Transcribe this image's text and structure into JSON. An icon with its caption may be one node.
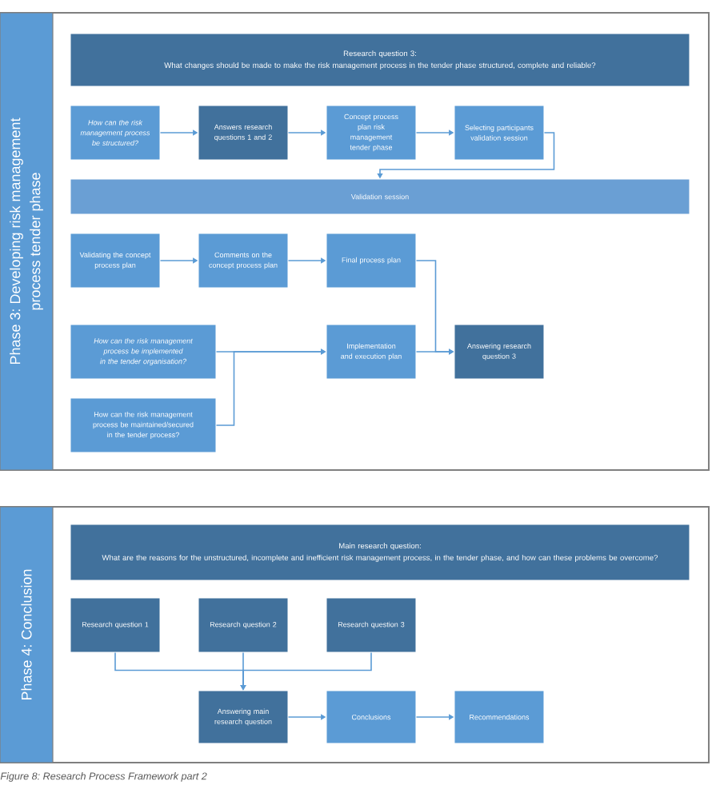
{
  "diagram": {
    "caption": "Figure 8: Research Process Framework part 2",
    "nodes": [
      {
        "text": [
          "Phase 3: Developing risk management process tender phase"
        ]
      },
      {
        "text": [
          "Research question 3:",
          "What changes should be made to make the risk management process in the tender phase structured, complete and reliable?"
        ],
        "in": 0
      },
      {
        "text": [
          "How can the risk management process be structured?"
        ],
        "in": 0
      },
      {
        "text": [
          "Answers research questions 1 and 2"
        ],
        "in": 0
      },
      {
        "text": [
          "Concept process plan risk management tender phase"
        ],
        "in": 0
      },
      {
        "text": [
          "Selecting participants validation session"
        ],
        "in": 0
      },
      {
        "text": [
          "Validation session"
        ],
        "in": 0
      },
      {
        "text": [
          "Validating the concept process plan"
        ],
        "in": 0
      },
      {
        "text": [
          "Comments on the concept process plan"
        ],
        "in": 0
      },
      {
        "text": [
          "Final process plan"
        ],
        "in": 0
      },
      {
        "text": [
          "How can the risk management process be implemented in the tender organisation?"
        ],
        "in": 0
      },
      {
        "text": [
          "Implementation and execution plan"
        ],
        "in": 0
      },
      {
        "text": [
          "Answering research question 3"
        ],
        "in": 0
      },
      {
        "text": [
          "How can the risk management process be maintained/secured in the tender process?"
        ],
        "in": 0
      },
      {
        "text": [
          "Phase 4: Conclusion"
        ]
      },
      {
        "text": [
          "Main research question:",
          "What are the reasons for the unstructured, incomplete and inefficient risk management process, in the tender phase, and how can these problems be overcome?"
        ],
        "in": 14
      },
      {
        "text": [
          "Research question 1"
        ],
        "in": 14
      },
      {
        "text": [
          "Research question 2"
        ],
        "in": 14
      },
      {
        "text": [
          "Research question 3"
        ],
        "in": 14
      },
      {
        "text": [
          "Answering main research question"
        ],
        "in": 14
      },
      {
        "text": [
          "Conclusions"
        ],
        "in": 14
      },
      {
        "text": [
          "Recommendations"
        ],
        "in": 14
      }
    ],
    "edges": [
      {
        "from": 2,
        "to": 3,
        "arrow": "to"
      },
      {
        "from": 3,
        "to": 4,
        "arrow": "to"
      },
      {
        "from": 4,
        "to": 5,
        "arrow": "to"
      },
      {
        "from": 5,
        "to": 6,
        "arrow": "to"
      },
      {
        "from": 7,
        "to": 8,
        "arrow": "to"
      },
      {
        "from": 8,
        "to": 9,
        "arrow": "to"
      },
      {
        "from": 9,
        "to": 12,
        "arrow": "to"
      },
      {
        "from": 10,
        "to": 11,
        "arrow": "to"
      },
      {
        "from": 13,
        "to": 11,
        "arrow": "to"
      },
      {
        "from": 11,
        "to": 12,
        "arrow": "to"
      },
      {
        "from": 16,
        "to": 19,
        "arrow": "to"
      },
      {
        "from": 17,
        "to": 19,
        "arrow": "to"
      },
      {
        "from": 18,
        "to": 19,
        "arrow": "to"
      },
      {
        "from": 19,
        "to": 20,
        "arrow": "to"
      },
      {
        "from": 20,
        "to": 21,
        "arrow": "to"
      }
    ]
  }
}
